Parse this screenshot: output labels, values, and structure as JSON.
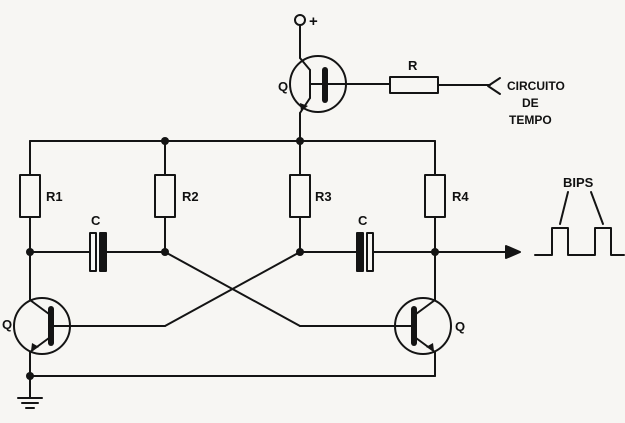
{
  "labels": {
    "vplus": "+",
    "q_top": "Q",
    "r_top": "R",
    "timing_line1": "CIRCUITO",
    "timing_line2": "DE",
    "timing_line3": "TEMPO",
    "r1": "R1",
    "r2": "R2",
    "r3": "R3",
    "r4": "R4",
    "c_left": "C",
    "c_right": "C",
    "q_left": "Q",
    "q_right": "Q",
    "bips": "BIPS"
  },
  "colors": {
    "ink": "#141414",
    "paper": "#f7f6f3"
  }
}
